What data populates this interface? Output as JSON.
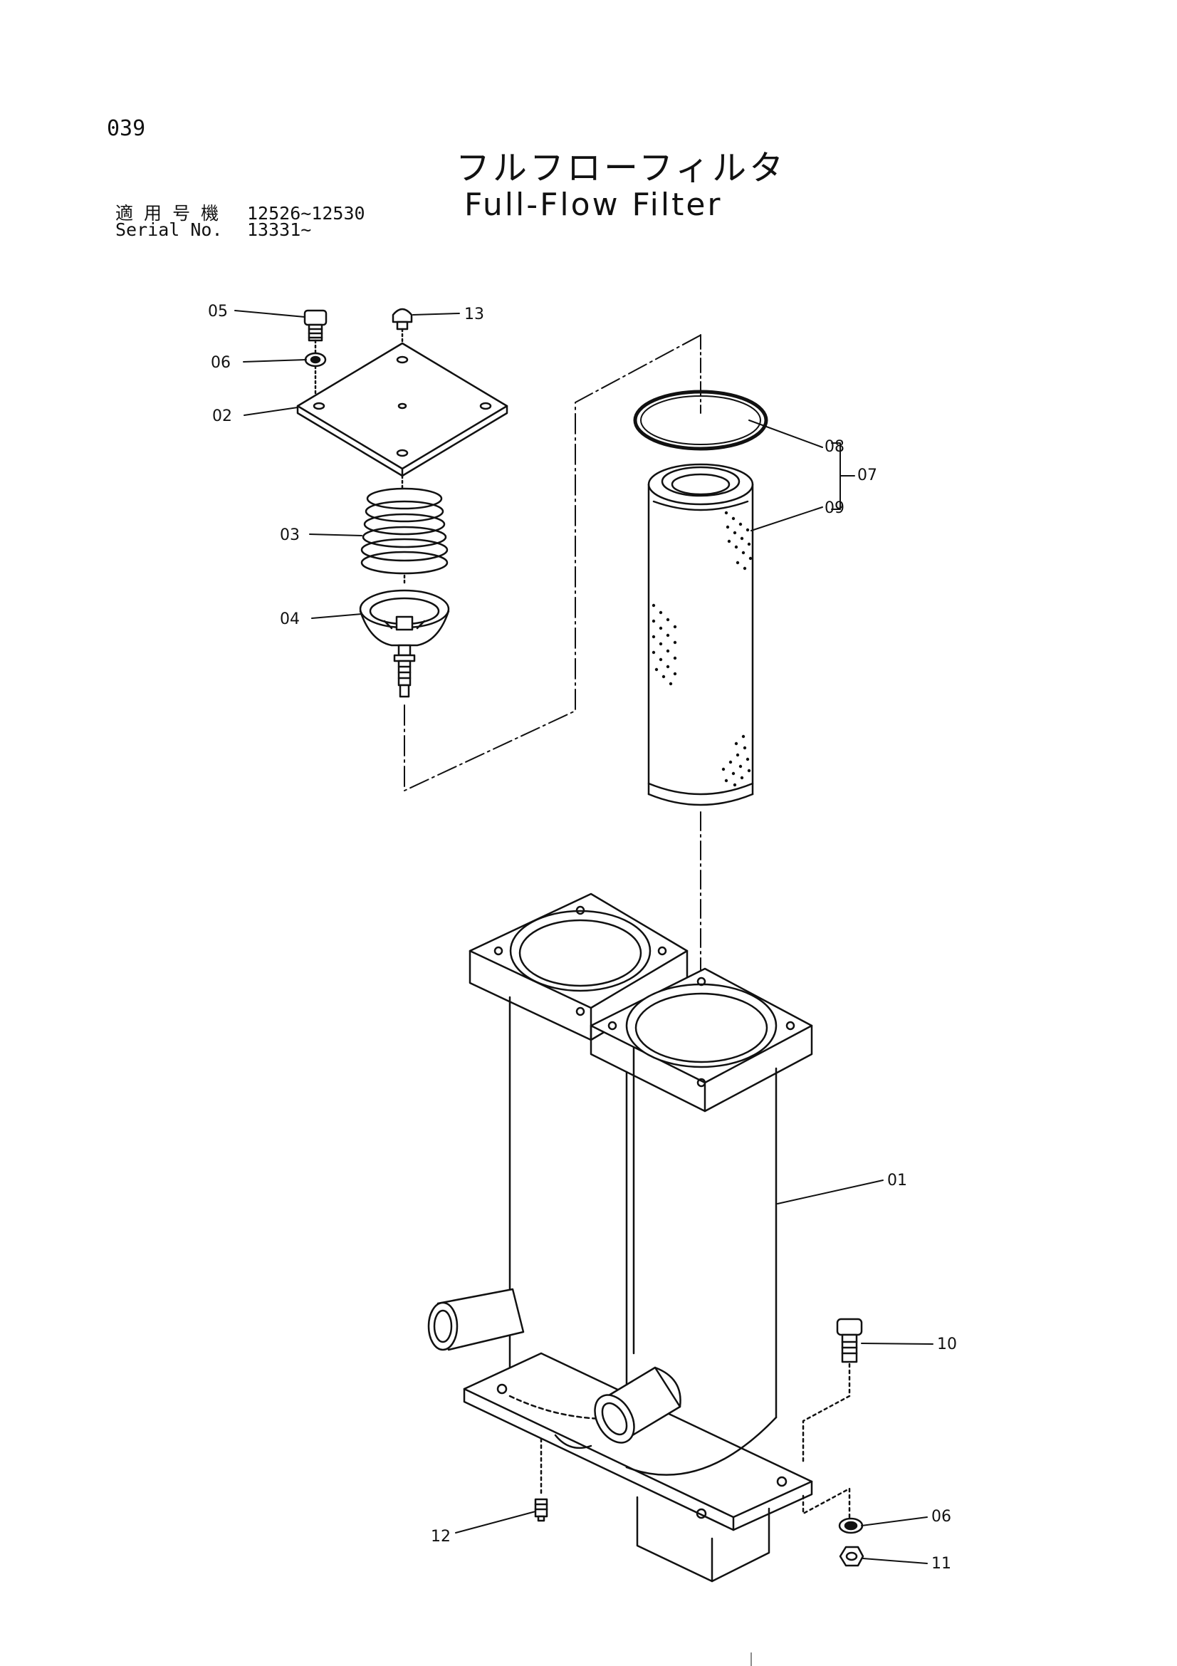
{
  "page_number": "039",
  "title_jp": "フルフローフィルタ",
  "title_en": "Full-Flow Filter",
  "serial": [
    {
      "label": "適 用 号 機",
      "value": "12526~12530"
    },
    {
      "label": "Serial No.",
      "value": "13331~"
    }
  ],
  "callouts": {
    "p01": "01",
    "p02": "02",
    "p03": "03",
    "p04": "04",
    "p05": "05",
    "p06a": "06",
    "p06b": "06",
    "p07": "07",
    "p08": "08",
    "p09": "09",
    "p10": "10",
    "p11": "11",
    "p12": "12",
    "p13": "13"
  }
}
